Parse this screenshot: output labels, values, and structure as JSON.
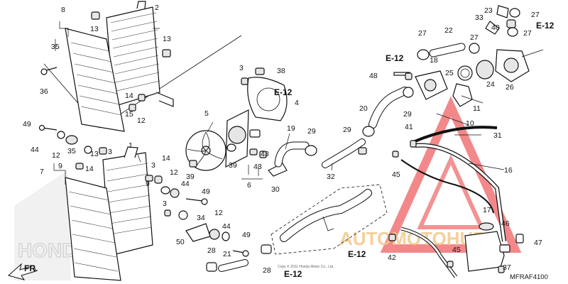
{
  "diagram_code": "MFRAF4100",
  "ref_label": "E-12",
  "brand_watermark": "HONDA",
  "site_watermark": "AUTOMOTOHUB",
  "front_arrow": "FR.",
  "fine_print": "Copy © 2011 Honda Motor Co., Ltd.",
  "callouts": {
    "c1": "1",
    "c2": "2",
    "c3a": "3",
    "c3b": "3",
    "c3c": "3",
    "c3d": "3",
    "c4": "4",
    "c5": "5",
    "c6": "6",
    "c7": "7",
    "c8": "8",
    "c9a": "9",
    "c9b": "9",
    "c10": "10",
    "c11": "11",
    "c12a": "12",
    "c12b": "12",
    "c12c": "12",
    "c13a": "13",
    "c13b": "13",
    "c14a": "14",
    "c14b": "14",
    "c14c": "14",
    "c15": "15",
    "c16": "16",
    "c17": "17",
    "c18": "18",
    "c19": "19",
    "c20": "20",
    "c21": "21",
    "c22": "22",
    "c23": "23",
    "c24": "24",
    "c25": "25",
    "c26": "26",
    "c27a": "27",
    "c27b": "27",
    "c27c": "27",
    "c27d": "27",
    "c28a": "28",
    "c28b": "28",
    "c29a": "29",
    "c29b": "29",
    "c29c": "29",
    "c30": "30",
    "c31": "31",
    "c32": "32",
    "c33": "33",
    "c34": "34",
    "c35a": "35",
    "c35b": "35",
    "c36": "36",
    "c37": "37",
    "c38": "38",
    "c39a": "39",
    "c39b": "39",
    "c40": "40",
    "c41": "41",
    "c42": "42",
    "c43a": "43",
    "c43b": "43",
    "c44a": "44",
    "c44b": "44",
    "c44c": "44",
    "c45a": "45",
    "c45b": "45",
    "c46": "46",
    "c47": "47",
    "c48": "48",
    "c49a": "49",
    "c49b": "49",
    "c49c": "49",
    "c50": "50"
  },
  "colors": {
    "ink": "#111111",
    "watermark_red": "#e8262a",
    "watermark_orange": "#f2a53a"
  }
}
